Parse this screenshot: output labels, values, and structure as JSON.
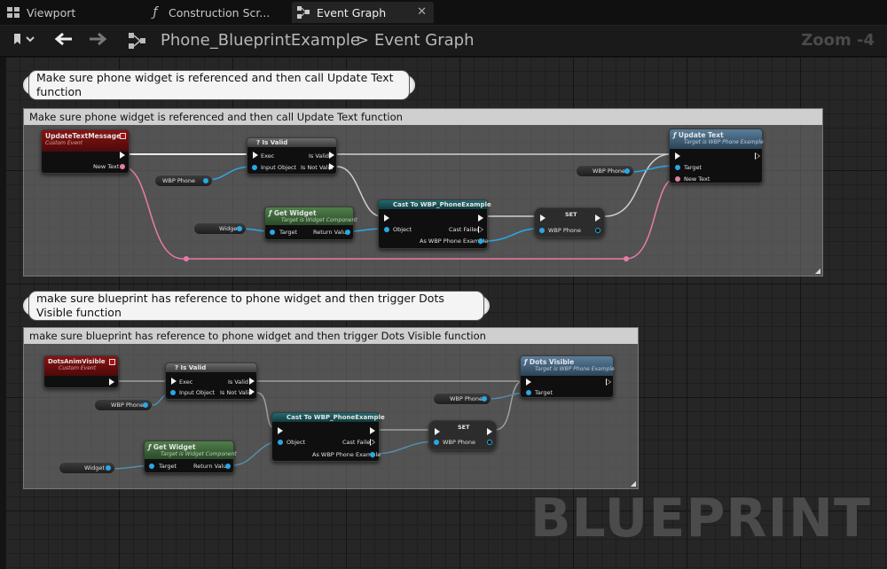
{
  "tabs": [
    {
      "label": "Viewport",
      "icon": "grid-icon"
    },
    {
      "label": "Construction Scr...",
      "icon": "function-icon"
    },
    {
      "label": "Event Graph",
      "icon": "graph-icon"
    }
  ],
  "toolbar": {
    "breadcrumb_root": "Phone_BlueprintExample",
    "separator": ">",
    "breadcrumb_leaf": "Event Graph",
    "zoom": "Zoom -4"
  },
  "watermark": "BLUEPRINT",
  "group1": {
    "bubble": "Make sure phone widget is referenced and then call Update Text function",
    "header": "Make sure phone widget is referenced and then call Update Text function",
    "event": {
      "title": "UpdateTextMessage",
      "subtitle": "Custom Event",
      "out_label": "New Text"
    },
    "isvalid": {
      "title": "? Is Valid",
      "exec": "Exec",
      "input": "Input Object",
      "is_valid": "Is Valid",
      "is_not_valid": "Is Not Valid"
    },
    "var_phone1": "WBP Phone",
    "var_phone2": "WBP Phone",
    "var_widget": "Widget",
    "getwidget": {
      "title": "Get Widget",
      "subtitle": "Target is Widget Component",
      "target": "Target",
      "ret": "Return Value"
    },
    "cast": {
      "title": "Cast To WBP_PhoneExample",
      "object": "Object",
      "failed": "Cast Failed",
      "as": "As WBP Phone Example"
    },
    "set": {
      "title": "SET",
      "pin": "WBP Phone"
    },
    "update": {
      "title": "Update Text",
      "subtitle": "Target is WBP Phone Example",
      "target": "Target",
      "newtext": "New Text"
    }
  },
  "group2": {
    "bubble": "make sure blueprint has reference to phone widget and then trigger Dots Visible function",
    "header": "make sure blueprint has reference to phone widget and then trigger Dots Visible function",
    "event": {
      "title": "DotsAnimVisible",
      "subtitle": "Custom Event"
    },
    "isvalid": {
      "title": "? Is Valid",
      "exec": "Exec",
      "input": "Input Object",
      "is_valid": "Is Valid",
      "is_not_valid": "Is Not Valid"
    },
    "var_phone1": "WBP Phone",
    "var_phone2": "WBP Phone",
    "var_widget": "Widget",
    "getwidget": {
      "title": "Get Widget",
      "subtitle": "Target is Widget Component",
      "target": "Target",
      "ret": "Return Value"
    },
    "cast": {
      "title": "Cast To WBP_PhoneExample",
      "object": "Object",
      "failed": "Cast Failed",
      "as": "As WBP Phone Example"
    },
    "set": {
      "title": "SET",
      "pin": "WBP Phone"
    },
    "dots": {
      "title": "Dots Visible",
      "subtitle": "Target is WBP Phone Example",
      "target": "Target"
    }
  },
  "colors": {
    "exec": "#f2f2f2",
    "object": "#2aa7e8",
    "text": "#e87ba8",
    "event_header": "#8a1212"
  }
}
